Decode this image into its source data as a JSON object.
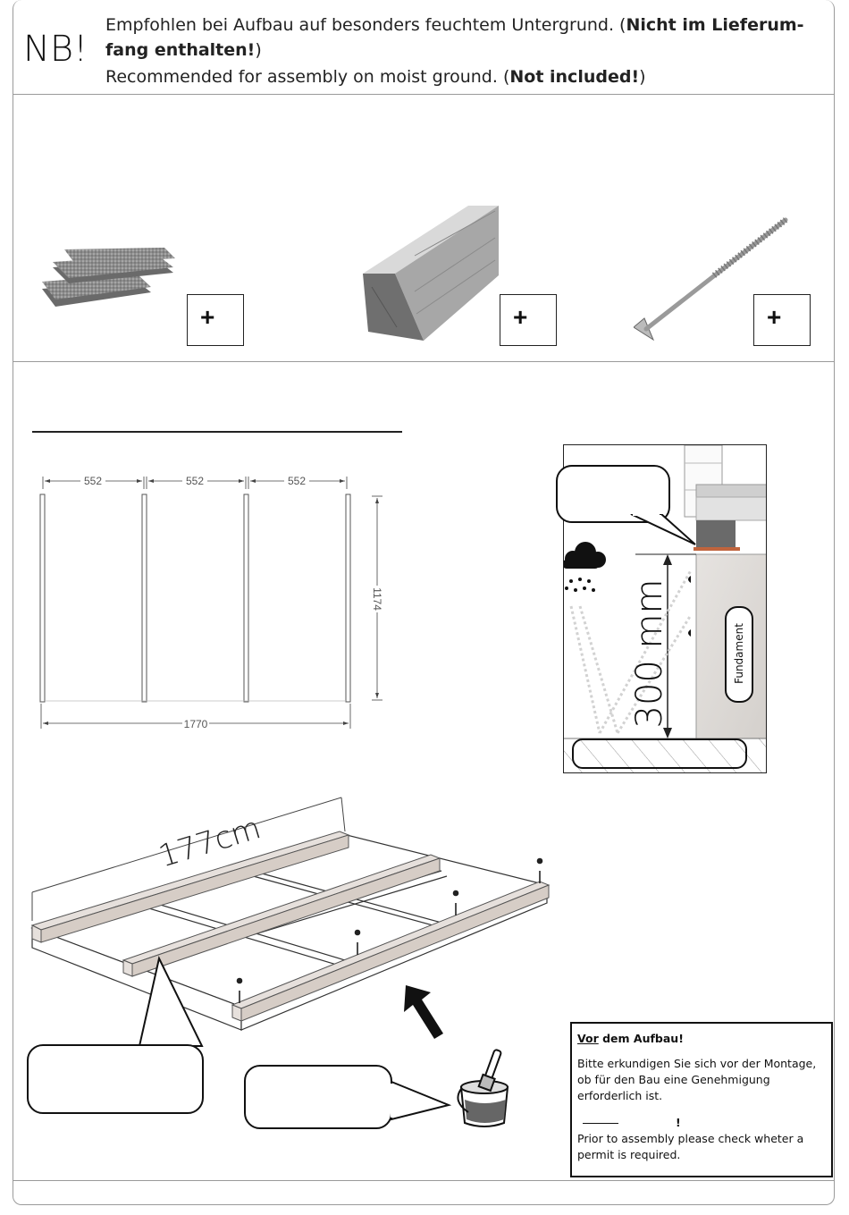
{
  "header": {
    "nb_label": "NB!",
    "line1_text": "Empfohlen bei Aufbau auf besonders feuchtem Untergrund. (",
    "line1_bold": "Nicht im Lieferum-",
    "line2_bold": "fang enthalten!",
    "line2_end": ")",
    "line3_text": "Recommended for assembly on moist ground. (",
    "line3_bold": "Not included!",
    "line3_end": ")"
  },
  "parts": [
    {
      "icon": "rubber-pad-icon",
      "qty_label": "+"
    },
    {
      "icon": "wooden-beam-icon",
      "qty_label": "+"
    },
    {
      "icon": "screw-icon",
      "qty_label": "+"
    }
  ],
  "plan": {
    "dim_top": [
      "552",
      "552",
      "552"
    ],
    "dim_height": "1174",
    "dim_width": "1770"
  },
  "section": {
    "height_label": "300 mm",
    "foundation_label": "Fundament"
  },
  "isometric": {
    "length_label": "177cm"
  },
  "notice": {
    "title_underlined": "Vor",
    "title_rest": " dem Aufbau!",
    "german_text": "Bitte erkundigen Sie sich vor der Montage, ob für den Bau eine Genehmigung erforderlich ist.",
    "exclamation": "!",
    "english_text": "Prior to assembly please check wheter a permit is required."
  }
}
